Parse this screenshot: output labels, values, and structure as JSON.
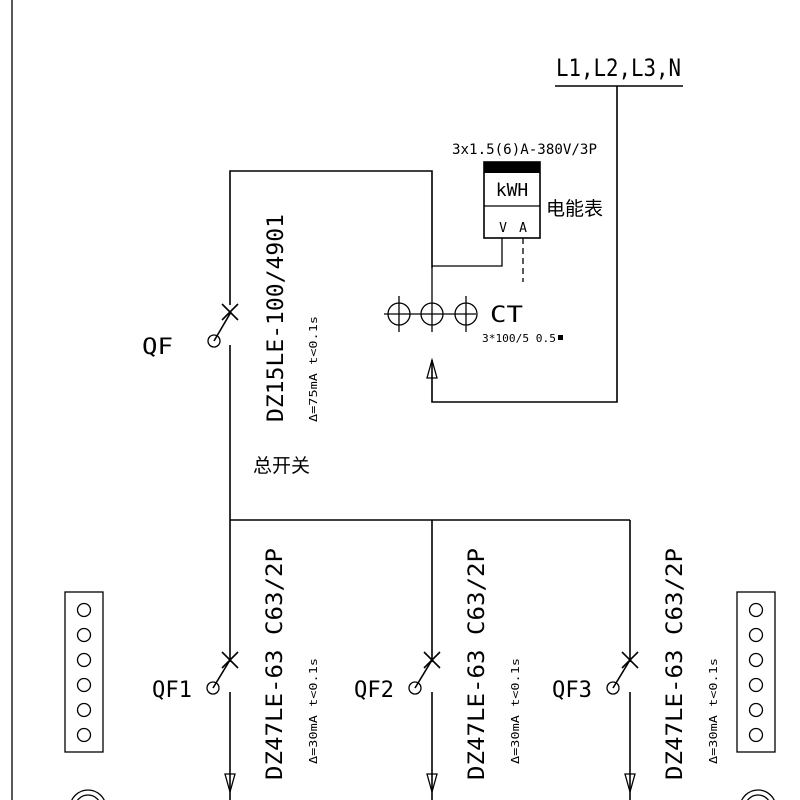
{
  "supply": {
    "label": "L1,L2,L3,N"
  },
  "meter": {
    "rating": "3x1.5(6)A-380V/3P",
    "display": "kWH",
    "voltage_terminal": "V",
    "current_terminal": "A",
    "name": "电能表"
  },
  "ct": {
    "label": "CT",
    "spec": "3*100/5 0.5"
  },
  "main_breaker": {
    "tag": "QF",
    "model": "DZ15LE-100/4901",
    "trip": "Δ=75mA t<0.1s",
    "name": "总开关"
  },
  "branches": [
    {
      "tag": "QF1",
      "model": "DZ47LE-63 C63/2P",
      "trip": "Δ=30mA t<0.1s"
    },
    {
      "tag": "QF2",
      "model": "DZ47LE-63 C63/2P",
      "trip": "Δ=30mA t<0.1s"
    },
    {
      "tag": "QF3",
      "model": "DZ47LE-63 C63/2P",
      "trip": "Δ=30mA t<0.1s"
    }
  ],
  "terminal_strips": [
    {
      "side": "left",
      "terminals": 6
    },
    {
      "side": "right",
      "terminals": 6
    }
  ]
}
